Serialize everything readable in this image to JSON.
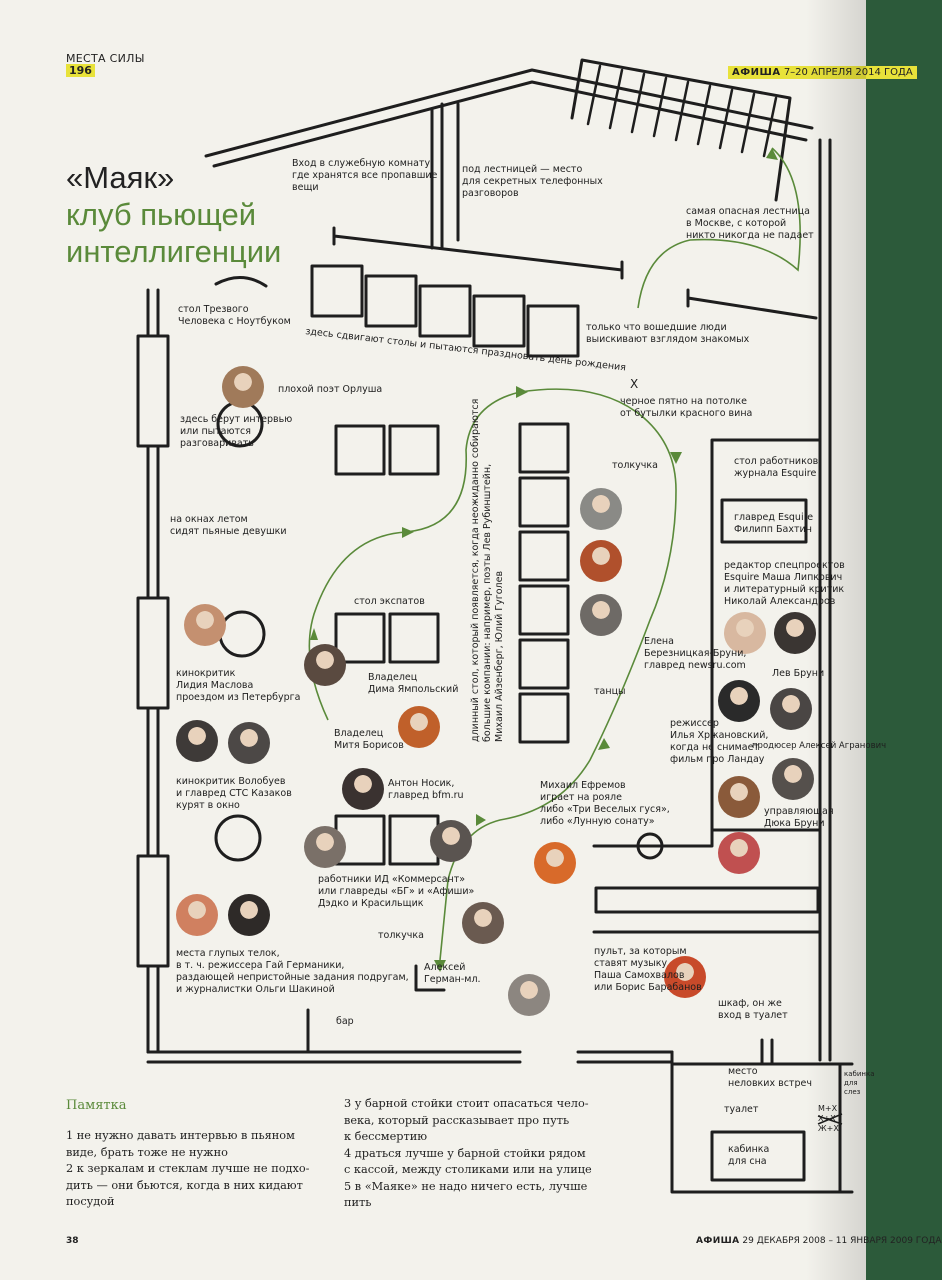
{
  "header": {
    "section": "МЕСТА СИЛЫ",
    "section_number": "196",
    "magazine": "АФИША",
    "issue_dates": "7–20 АПРЕЛЯ 2014 ГОДА"
  },
  "title": {
    "line1": "«Маяк»",
    "line2": "клуб пьющей\nинтеллигенции"
  },
  "labels": {
    "service_room": "Вход в служебную комнату,\nгде хранятся все пропавшие\nвещи",
    "under_stairs": "под лестницей — место\nдля секретных телефонных\nразговоров",
    "stairs": "самая опасная лестница\nв Москве, с которой\nникто никогда не падает",
    "sober_man": "стол Трезвого\nЧеловека с Ноутбуком",
    "birthday": "здесь сдвигают столы и пытаются праздновать день рождения",
    "newcomers": "только что вошедшие люди\nвыискивают взглядом знакомых",
    "bad_poet": "плохой поэт Орлуша",
    "interviews": "здесь берут интервью\nили пытаются\nразговаривать",
    "stain": "черное пятно на потолке\nот бутылки красного вина",
    "stain_mark": "Х",
    "crowd1": "толкучка",
    "esquire_table": "стол работников\nжурнала Esquire",
    "esquire_editor": "главред Esquire\nФилипп Бахтин",
    "esquire_projects": "редактор спецпроектов\nEsquire Маша Липкович\nи литературный критик\nНиколай Александров",
    "windows": "на окнах летом\nсидят пьяные девушки",
    "expats": "стол экспатов",
    "maslova": "кинокритик\nЛидия Маслова\nпроездом из Петербурга",
    "yampolsky": "Владелец\nДима Ямпольский",
    "long_table": "длинный стол, который появляется, когда неожиданно собираются\nбольшие компании: например, поэты Лев Рубинштейн,\nМихаил Айзенберг, Юлий Гуголев",
    "berez": "Елена\nБерезницкая-Бруни,\nглавред newsru.com",
    "lev": "Лев Бруни",
    "dance": "танцы",
    "borisov": "Владелец\nМитя Борисов",
    "khrzhanovsky": "режиссер\nИлья Хржановский,\nкогда не снимает\nфильм про Ландау",
    "producer": "продюсер Алексей Агранович",
    "volobuev": "кинокритик Волобуев\nи главред СТС Казаков\nкурят в окно",
    "nosik": "Антон Носик,\nглавред bfm.ru",
    "efremov": "Михаил Ефремов\nиграет на рояле\nлибо «Три Веселых гуся»,\nлибо «Лунную сонату»",
    "manager": "управляющая\nДюка Бруни",
    "kommersant": "работники ИД «Коммерсант»\nили главреды «БГ» и «Афиши»\nДэдко и Красильщик",
    "dumb_girls": "места глупых телок,\nв т. ч. режиссера Гай Германики,\nраздающей непристойные задания подругам,\nи журналистки Ольги Шакиной",
    "crowd2": "толкучка",
    "german": "Алексей\nГерман-мл.",
    "dj": "пульт, за которым\nставят музыку\nПаша Самохвалов\nили Борис Барабанов",
    "wardrobe": "шкаф, он же\nвход в туалет",
    "bar": "бар",
    "awkward": "место\nнеловких встреч",
    "toilet": "туалет",
    "cabin": "кабинка\nдля сна",
    "booth_right": "кабинка\nдля\nслез",
    "mx": "М+Х\nХ+Х\nЖ+Х"
  },
  "memo": {
    "heading": "Памятка",
    "col1": "1 не нужно давать интервью в пьяном\nвиде, брать тоже не нужно\n2 к зеркалам и стеклам лучше не подхо-\nдить — они бьются, когда в них кидают\nпосудой",
    "col2": "3 у барной стойки стоит опасаться чело-\nвека, который рассказывает про путь\nк бессмертию\n4 драться лучше у барной стойки рядом\nс кассой, между столиками или на улице\n5 в «Маяке» не надо ничего есть, лучше\nпить"
  },
  "footer": {
    "page_number": "38",
    "magazine": "АФИША",
    "dates": "29 ДЕКАБРЯ 2008 – 11 ЯНВАРЯ 2009 ГОДА"
  },
  "colors": {
    "accent_green": "#5a8a3a",
    "highlight_yellow": "#e8e23a",
    "ink": "#1e1e1e",
    "paper": "#f3f2ec"
  }
}
